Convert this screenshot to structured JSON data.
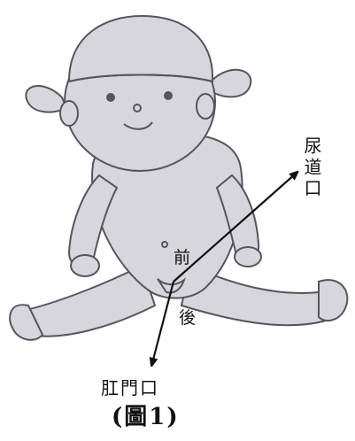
{
  "labels": {
    "urethra": "尿道口",
    "front": "前",
    "back": "後",
    "anus": "肛門口"
  },
  "caption": "(圖1)",
  "colors": {
    "body_fill": "#d6d6dc",
    "outline": "#555560",
    "arrow": "#111111"
  }
}
